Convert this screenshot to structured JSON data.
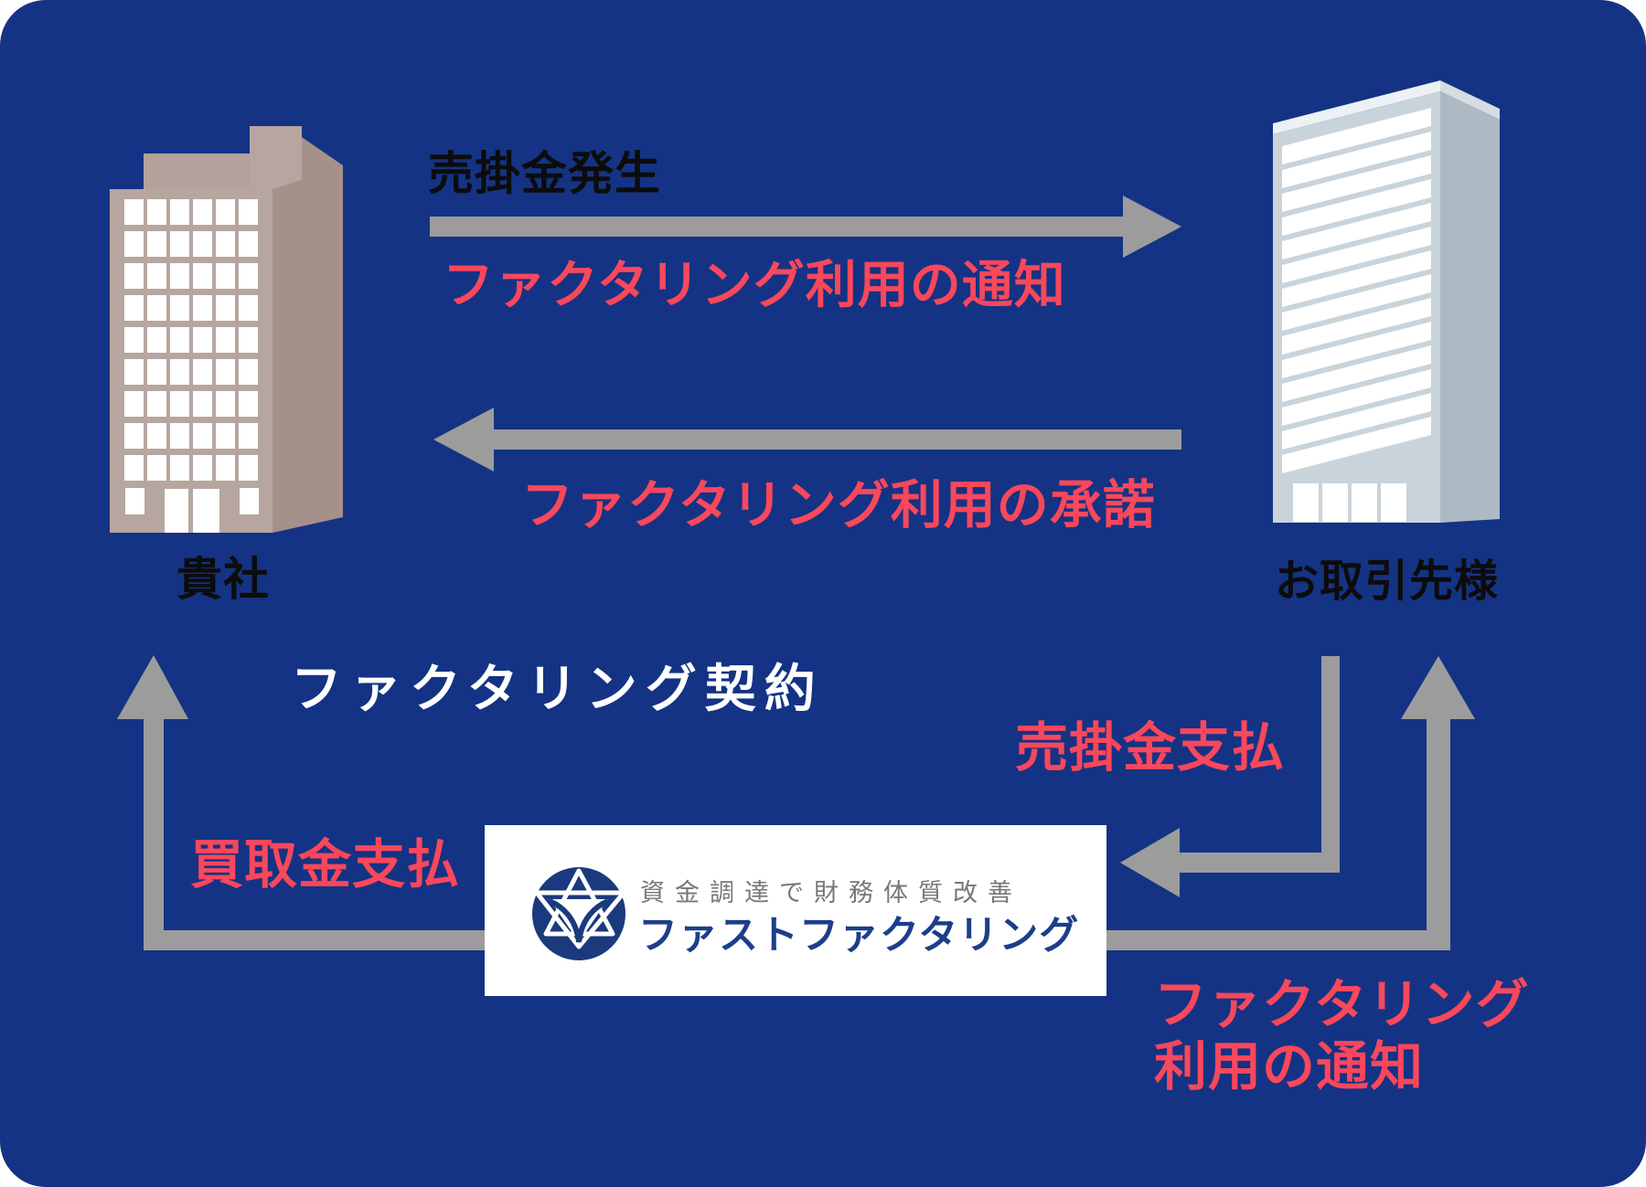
{
  "diagram": {
    "background_color": "#143384",
    "accent_red": "#f9475b",
    "arrow_gray": "#9c9c9c",
    "nodes": {
      "your_company": {
        "label": "貴社"
      },
      "client": {
        "label": "お取引先様"
      },
      "factoring_company": {
        "tagline": "資金調達で財務体質改善",
        "name": "ファストファクタリング",
        "brand_blue": "#1d3e8a"
      }
    },
    "flows": {
      "receivable_created": {
        "label": "売掛金発生"
      },
      "factoring_use_notice": {
        "label": "ファクタリング利用の通知"
      },
      "factoring_use_consent": {
        "label": "ファクタリング利用の承諾"
      },
      "factoring_contract": {
        "label": "ファクタリング契約"
      },
      "receivable_payment": {
        "label": "売掛金支払"
      },
      "purchase_payment": {
        "label": "買取金支払"
      },
      "factoring_use_notice_bottom": {
        "line1": "ファクタリング",
        "line2": "利用の通知"
      }
    }
  }
}
